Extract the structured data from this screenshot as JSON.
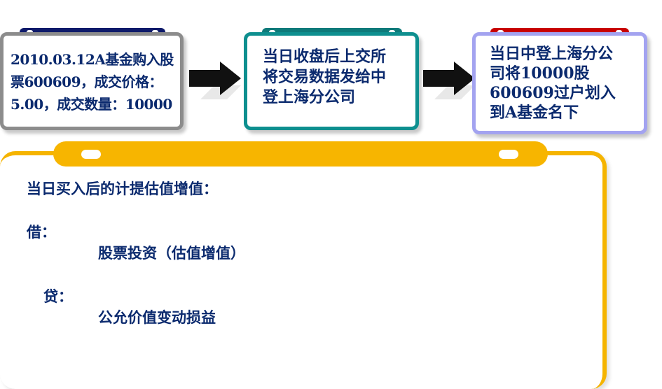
{
  "steps": [
    {
      "text": "2010.03.12A基金购入股票600609，成交价格：5.00，成交数量：10000",
      "border": "#8c8c8c",
      "tab": "#0e1a6a"
    },
    {
      "text": "当日收盘后上交所将交易数据发给中登上海分公司",
      "border": "#0e8f8f",
      "tab": "#0e7a7a"
    },
    {
      "text": "当日中登上海分公司将10000股600609过户划入到A基金名下",
      "border": "#a3a3f0",
      "tab": "#c80000"
    }
  ],
  "panel": {
    "heading": "当日买入后的计提估值增值：",
    "debit_label": "借：",
    "debit_account": "股票投资（估值增值）",
    "credit_label": "贷：",
    "credit_account": "公允价值变动损益"
  },
  "colors": {
    "text": "#0b2a6e",
    "panel_border": "#f5b400",
    "arrow": "#111111"
  }
}
